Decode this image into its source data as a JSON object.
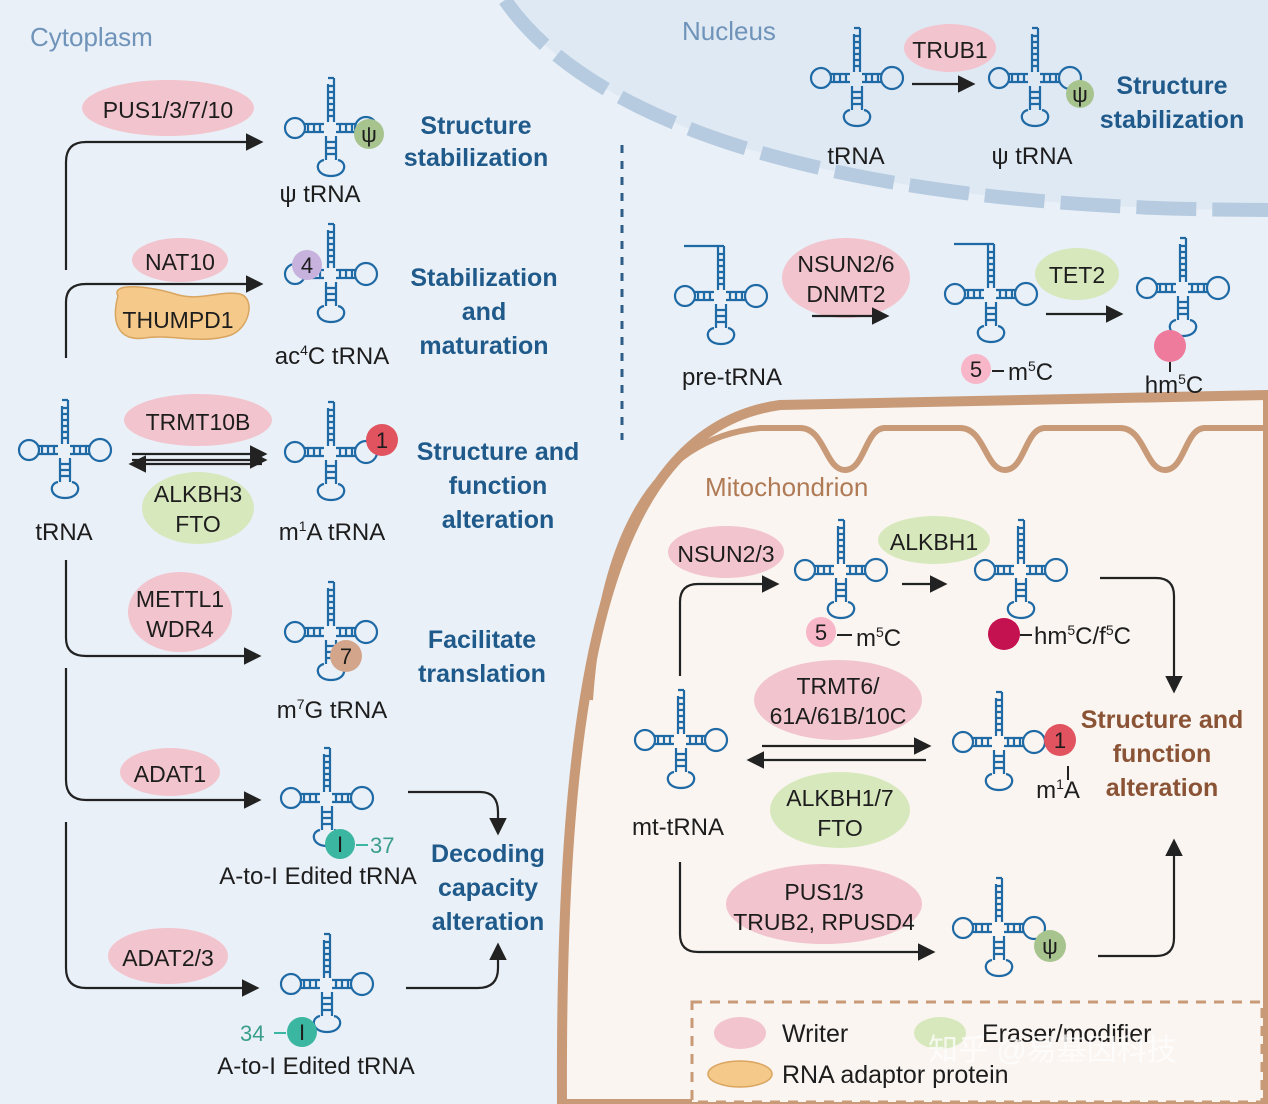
{
  "regions": {
    "cytoplasm": "Cytoplasm",
    "nucleus": "Nucleus",
    "mitochondrion": "Mitochondrion"
  },
  "cytoplasm": {
    "source_label": "tRNA",
    "pathways": [
      {
        "enzymes": [
          "PUS1/3/7/10"
        ],
        "badge": "ψ",
        "product": "ψ tRNA",
        "function": [
          "Structure",
          "stabilization"
        ]
      },
      {
        "enzymes": [
          "NAT10",
          "THUMPD1"
        ],
        "badge": "4",
        "product_prefix": "ac",
        "product_sup": "4",
        "product_suffix": "C tRNA",
        "function": [
          "Stabilization",
          "and",
          "maturation"
        ]
      },
      {
        "enzymes": [
          "TRMT10B",
          "ALKBH3",
          "FTO"
        ],
        "badge": "1",
        "product_prefix": "m",
        "product_sup": "1",
        "product_suffix": "A tRNA",
        "function": [
          "Structure and",
          "function",
          "alteration"
        ]
      },
      {
        "enzymes": [
          "METTL1",
          "WDR4"
        ],
        "badge": "7",
        "product_prefix": "m",
        "product_sup": "7",
        "product_suffix": "G tRNA",
        "function": [
          "Facilitate",
          "translation"
        ]
      },
      {
        "enzymes": [
          "ADAT1"
        ],
        "badge": "I",
        "position": "37",
        "product": "A-to-I Edited tRNA"
      },
      {
        "enzymes": [
          "ADAT2/3"
        ],
        "badge": "I",
        "position": "34",
        "product": "A-to-I Edited tRNA"
      }
    ],
    "decoding_function": [
      "Decoding",
      "capacity",
      "alteration"
    ]
  },
  "nucleus": {
    "trub1": {
      "enzyme": "TRUB1",
      "source": "tRNA",
      "badge": "ψ",
      "product": "ψ tRNA",
      "function": [
        "Structure",
        "stabilization"
      ]
    },
    "m5c": {
      "source": "pre-tRNA",
      "writer_enzymes": [
        "NSUN2/6",
        "DNMT2"
      ],
      "badge": "5",
      "mark_prefix": "m",
      "mark_sup": "5",
      "mark_suffix": "C",
      "eraser_enzyme": "TET2",
      "final_prefix": "hm",
      "final_sup": "5",
      "final_suffix": "C"
    }
  },
  "mitochondrion": {
    "source": "mt-tRNA",
    "m5c": {
      "enzyme": "NSUN2/3",
      "badge": "5",
      "mark_prefix": "m",
      "mark_sup": "5",
      "mark_suffix": "C",
      "eraser": "ALKBH1",
      "final_a": "hm",
      "final_sup1": "5",
      "final_b": "C/f",
      "final_sup2": "5",
      "final_c": "C"
    },
    "m1a": {
      "writer_enzymes": [
        "TRMT6/",
        "61A/61B/10C"
      ],
      "eraser_enzymes": [
        "ALKBH1/7",
        "FTO"
      ],
      "badge": "1",
      "mark_prefix": "m",
      "mark_sup": "1",
      "mark_suffix": "A"
    },
    "psi": {
      "enzymes": [
        "PUS1/3",
        "TRUB2, RPUSD4"
      ],
      "badge": "ψ"
    },
    "function": [
      "Structure and",
      "function",
      "alteration"
    ]
  },
  "legend": {
    "writer": "Writer",
    "eraser": "Eraser/modifier",
    "adaptor": "RNA adaptor protein"
  },
  "watermark": "知乎 @易基因科技",
  "colors": {
    "background": "#e9f0f8",
    "nucleus": "#dfe9f4",
    "mitochondrion": "#faf5f1",
    "mito_membrane": "#c89a78",
    "writer": "#f2c4cd",
    "eraser": "#d7e8bd",
    "adaptor": "#f4c98a",
    "psi_badge": "#a7c48e",
    "ac4c_badge": "#c6b2dd",
    "m1a_badge": "#e0535f",
    "m7g_badge": "#d3a68c",
    "inosine_badge": "#3bb6a0",
    "m5c_badge": "#f7b7c8",
    "hm5c_badge": "#ee7b9c",
    "hm5c_mito_badge": "#c4114f",
    "trna_stroke": "#1f6aa5",
    "function_text": "#1f5a8a",
    "mito_function_text": "#8a5335"
  }
}
